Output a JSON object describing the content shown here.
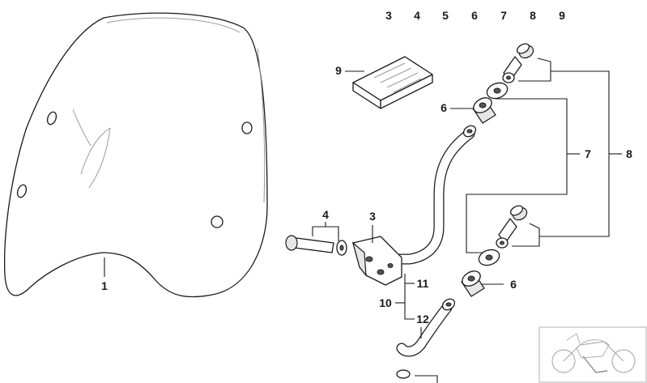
{
  "header_numbers": [
    "3",
    "4",
    "5",
    "6",
    "7",
    "8",
    "9"
  ],
  "callouts": {
    "windshield": "1",
    "bracket": "3",
    "bolt_set": "4",
    "rubber_upper": "6",
    "rubber_lower": "6",
    "group_7": "7",
    "group_8": "8",
    "manual": "9",
    "group_10": "10",
    "tube_upper": "11",
    "tube_lower": "12"
  },
  "colors": {
    "ink": "#1a1a1a",
    "shade": "#e6e6e6",
    "faint": "#9a9a9a"
  },
  "icons": [
    "motorcycle-thumbnail-icon"
  ]
}
